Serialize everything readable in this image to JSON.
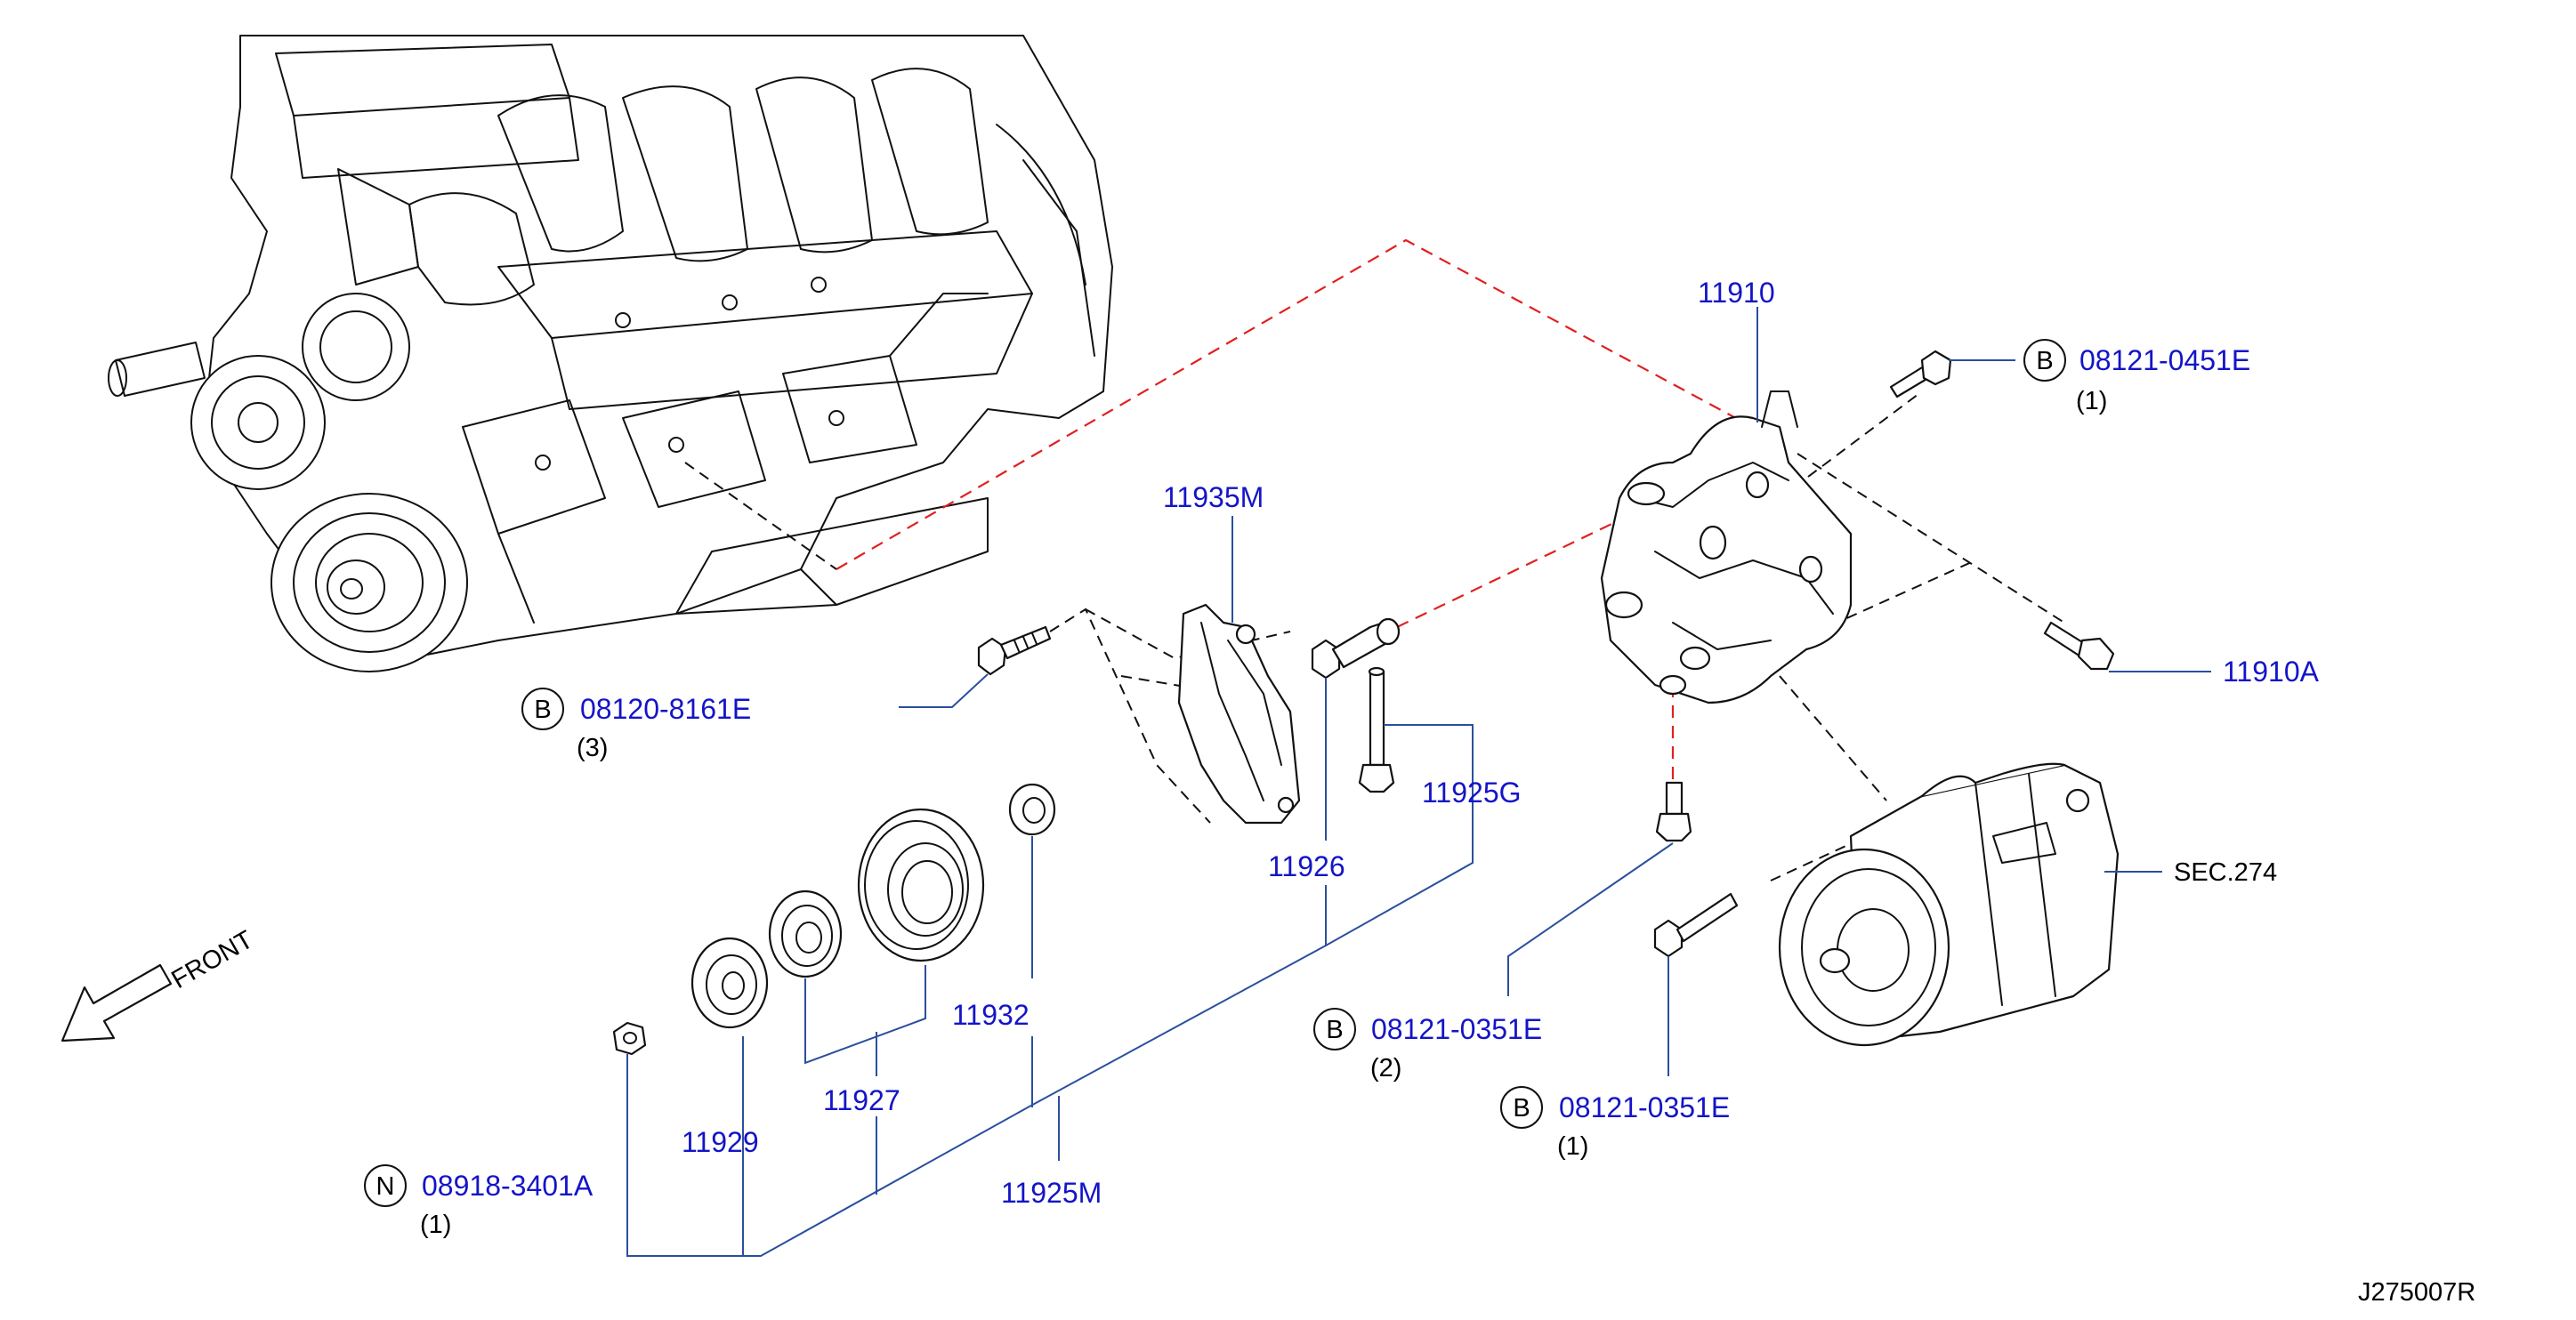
{
  "diagram_code": "J275007R",
  "front_label": "FRONT",
  "callouts": {
    "bracket_main": "11910",
    "bracket_bolt": "11910A",
    "idler_bracket": "11935M",
    "long_bolt_spacer": "11925G",
    "idler_bolt": "11926",
    "spacer_washer": "11932",
    "idler_pulley_bearing": "11927",
    "pulley_plate": "11929",
    "idler_assembly": "11925M",
    "compressor_section": "SEC.274"
  },
  "fasteners": [
    {
      "badge": "B",
      "part": "08121-0451E",
      "qty": "(1)"
    },
    {
      "badge": "B",
      "part": "08120-8161E",
      "qty": "(3)"
    },
    {
      "badge": "B",
      "part": "08121-0351E",
      "qty": "(2)"
    },
    {
      "badge": "B",
      "part": "08121-0351E",
      "qty": "(1)"
    },
    {
      "badge": "N",
      "part": "08918-3401A",
      "qty": "(1)"
    }
  ]
}
